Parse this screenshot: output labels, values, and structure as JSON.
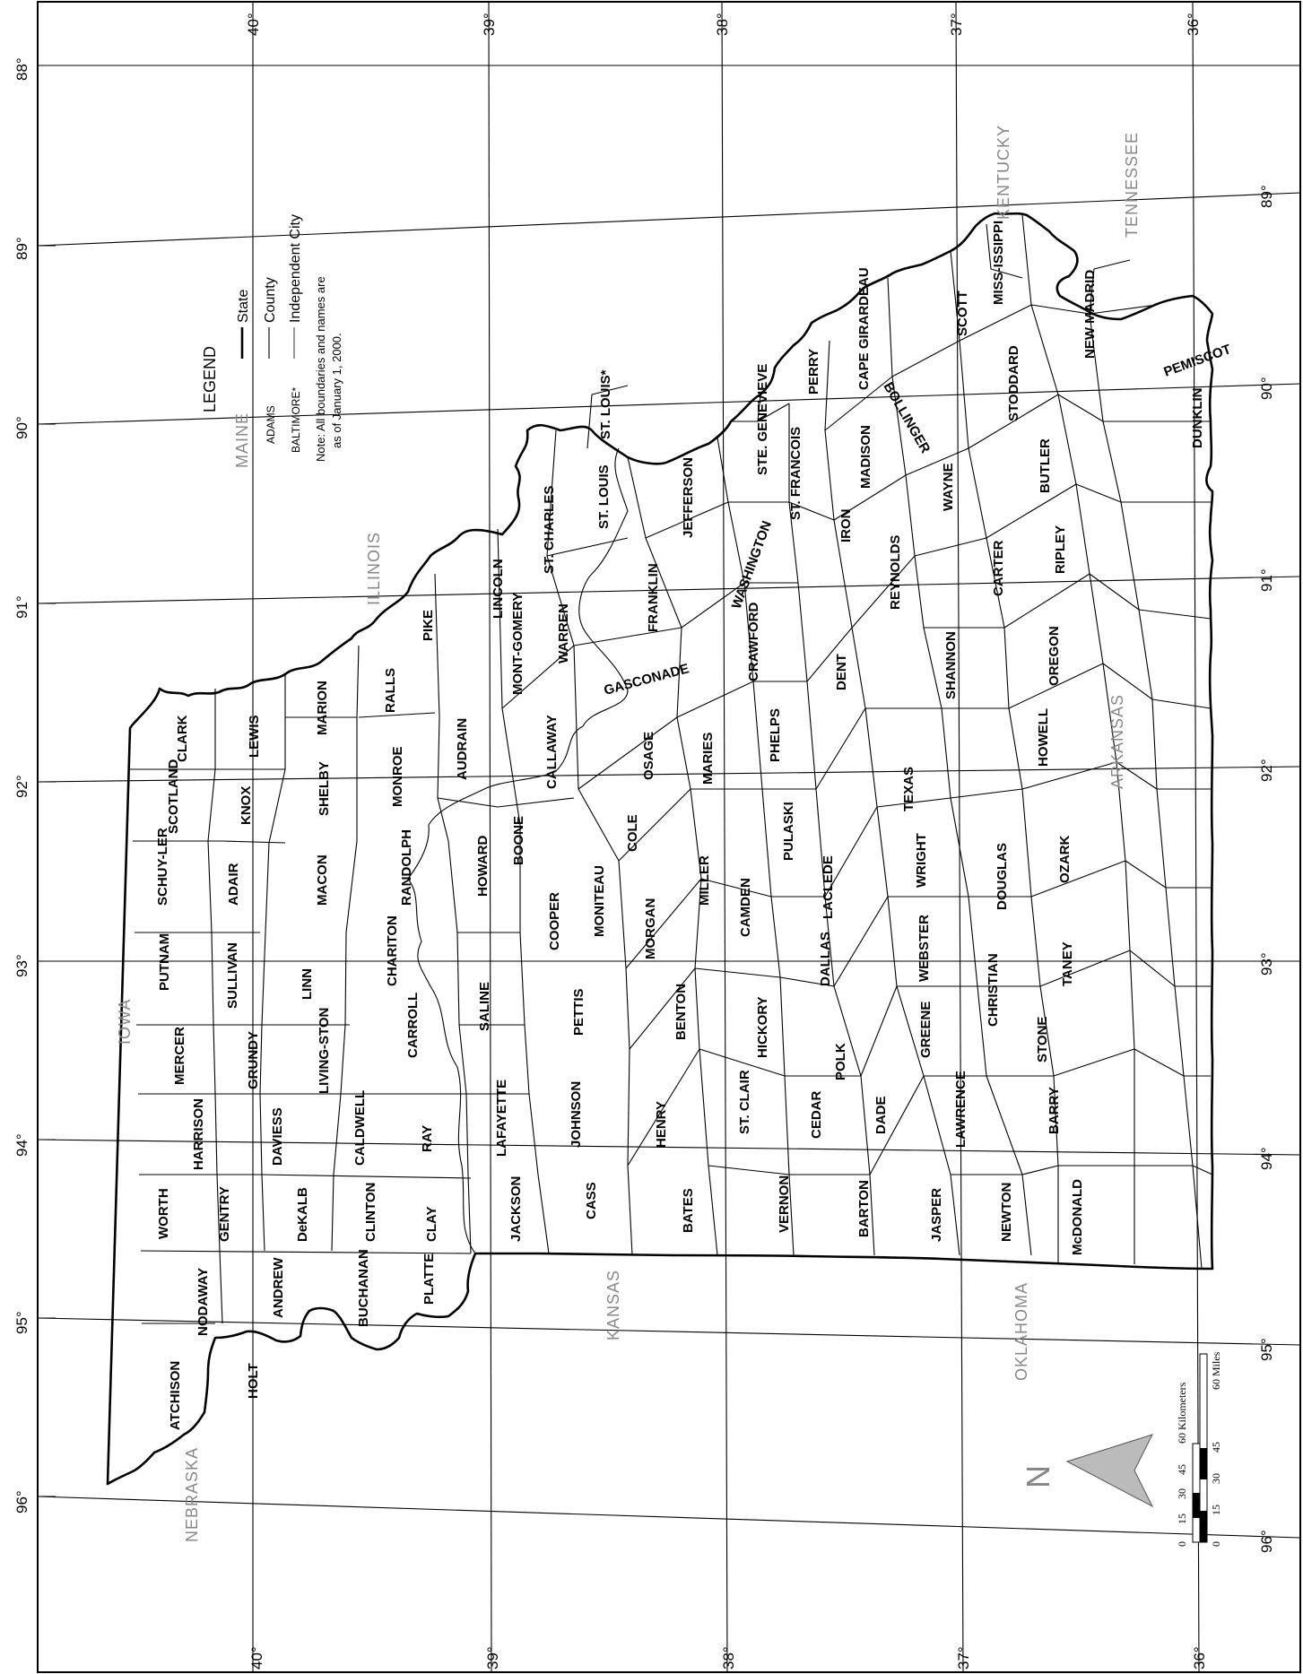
{
  "map": {
    "latitude_ticks": {
      "top": [
        "40°",
        "39°",
        "38°",
        "37°",
        "36°"
      ],
      "bottom": [
        "40°",
        "39°",
        "38°",
        "37°",
        "36°"
      ]
    },
    "longitude_ticks": {
      "left": [
        "88°",
        "89°",
        "90°",
        "91°",
        "92°",
        "93°",
        "94°",
        "95°",
        "96°"
      ],
      "right": [
        "89°",
        "90°",
        "91°",
        "92°",
        "93°",
        "94°",
        "95°",
        "96°"
      ]
    },
    "neighbor_states": [
      "KENTUCKY",
      "TENNESSEE",
      "ILLINOIS",
      "MAINE",
      "IOWA",
      "ARKANSAS",
      "KANSAS",
      "OKLAHOMA",
      "NEBRASKA"
    ],
    "counties": [
      "CLARK",
      "LEWIS",
      "MARION",
      "RALLS",
      "PIKE",
      "LINCOLN",
      "ST. CHARLES",
      "ST. LOUIS",
      "ST. LOUIS*",
      "JEFFERSON",
      "STE. GENEVIEVE",
      "ST. FRANCOIS",
      "PERRY",
      "CAPE GIRARDEAU",
      "BOLLINGER",
      "SCOTT",
      "MISS-ISSIPPI",
      "NEW MADRID",
      "PEMISCOT",
      "DUNKLIN",
      "STODDARD",
      "BUTLER",
      "WAYNE",
      "MADISON",
      "IRON",
      "WASHINGTON",
      "FRANKLIN",
      "WARREN",
      "MONT-GOMERY",
      "AUDRAIN",
      "MONROE",
      "SHELBY",
      "KNOX",
      "SCOTLAND",
      "SCHUY-LER",
      "ADAIR",
      "MACON",
      "RANDOLPH",
      "BOONE",
      "CALLAWAY",
      "GASCONADE",
      "OSAGE",
      "MARIES",
      "CRAWFORD",
      "REYNOLDS",
      "CARTER",
      "RIPLEY",
      "SHANNON",
      "OREGON",
      "DENT",
      "PHELPS",
      "TEXAS",
      "HOWELL",
      "PULASKI",
      "COLE",
      "MILLER",
      "MONITEAU",
      "HOWARD",
      "COOPER",
      "MORGAN",
      "CAMDEN",
      "LACLEDE",
      "WRIGHT",
      "DOUGLAS",
      "OZARK",
      "CHARITON",
      "PUTNAM",
      "SULLIVAN",
      "LINN",
      "CARROLL",
      "SALINE",
      "PETTIS",
      "BENTON",
      "HICKORY",
      "DALLAS",
      "WEBSTER",
      "CHRISTIAN",
      "TANEY",
      "MERCER",
      "GRUNDY",
      "LIVING-STON",
      "POLK",
      "GREENE",
      "STONE",
      "HARRISON",
      "DAVIESS",
      "CALDWELL",
      "RAY",
      "LAFAYETTE",
      "JOHNSON",
      "HENRY",
      "ST. CLAIR",
      "CEDAR",
      "DADE",
      "LAWRENCE",
      "BARRY",
      "WORTH",
      "GENTRY",
      "DeKALB",
      "CLINTON",
      "CLAY",
      "JACKSON",
      "CASS",
      "BATES",
      "VERNON",
      "BARTON",
      "JASPER",
      "NEWTON",
      "McDONALD",
      "NODAWAY",
      "ANDREW",
      "BUCHANAN",
      "PLATTE",
      "ATCHISON",
      "HOLT"
    ]
  },
  "legend": {
    "title": "LEGEND",
    "state_label": "State",
    "county_label": "County",
    "independent_city_label": "Independent City",
    "county_example": "ADAMS",
    "city_example": "BALTIMORE*",
    "note_line1": "Note: All boundaries and names are",
    "note_line2": "as of January 1, 2000."
  },
  "scale_bar": {
    "km_label": "60 Kilometers",
    "miles_label": "60 Miles",
    "km_ticks": [
      "0",
      "15",
      "30",
      "45"
    ],
    "miles_ticks": [
      "0",
      "15",
      "30",
      "45"
    ]
  },
  "north_arrow": {
    "label": "N"
  }
}
